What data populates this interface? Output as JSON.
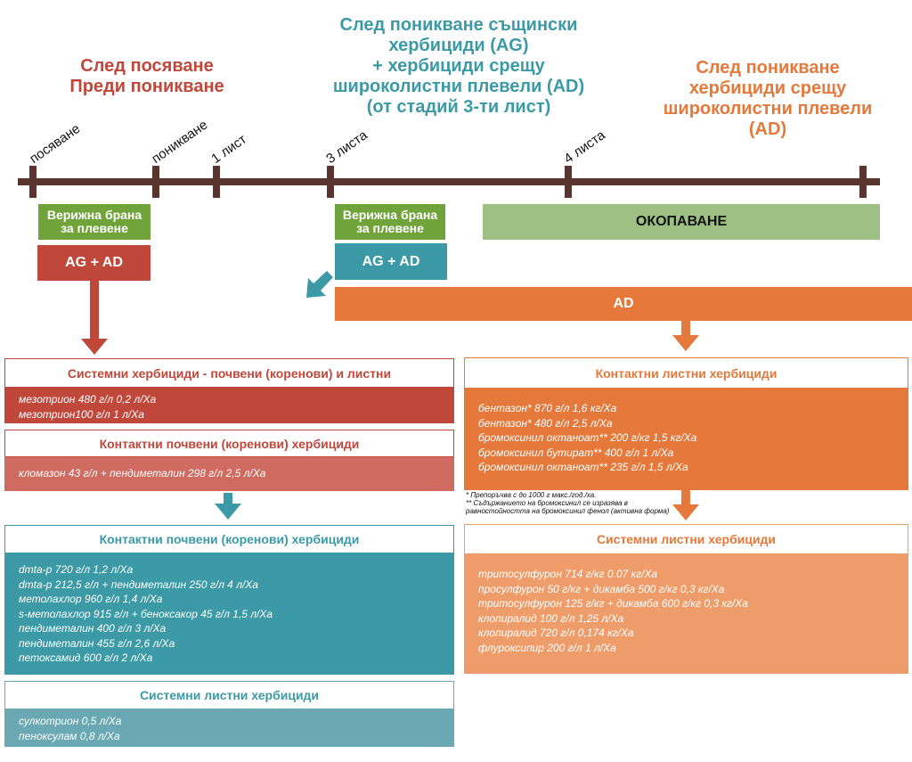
{
  "headers": {
    "left": [
      "След посяване",
      "Преди поникване"
    ],
    "middle": [
      "След поникване същински",
      "хербициди (AG)",
      "+ хербициди срещу",
      "широколистни плевели (AD)",
      "(от стадий 3-ти лист)"
    ],
    "right": [
      "След поникване",
      "хербициди срещу",
      "широколистни плевели",
      "(AD)"
    ]
  },
  "timeline": {
    "ticks": [
      "посяване",
      "поникване",
      "1 лист",
      "3 листа",
      "4 листа"
    ]
  },
  "actions": {
    "harrow_left": [
      "Верижна брана",
      "за плевене"
    ],
    "harrow_mid": [
      "Верижна брана",
      "за плевене"
    ],
    "okopavane": "ОКОПАВАНЕ",
    "ag_ad_left": "AG + AD",
    "ag_ad_mid": "AG + AD",
    "ad_bar": "AD"
  },
  "panels": {
    "systemic_soil_foliar": {
      "title": "Системни  хербициди - почвени (коренови) и листни",
      "items": [
        "мезотрион 480 г/л  0,2 л/Ха",
        "мезотрион100 г/л  1 л/Ха"
      ]
    },
    "contact_soil_1": {
      "title": "Контактни почвени (коренови) хербициди",
      "items": [
        "кломазон 43 г/л + пендиметалин 298 г/л  2,5 л/Ха"
      ]
    },
    "contact_soil_2": {
      "title": "Контактни почвени (коренови) хербициди",
      "items": [
        "dmta-p 720 г/л  1,2 л/Ха",
        "dmta-p 212,5 г/л + пендиметалин 250 г/л  4 л/Ха",
        "метолахлор 960 г/л  1,4 л/Ха",
        "s-метолахлор 915 г/л + беноксакор 45 г/л 1,5 л/Ха",
        "пендиметалин 400 г/л  3 л/Ха",
        "пендиметалин 455 г/л  2,6 л/Ха",
        "петоксамид 600 г/л  2 л/Ха"
      ]
    },
    "systemic_foliar_left": {
      "title": "Системни листни хербициди",
      "items": [
        "сулкотрион 0,5 л/Ха",
        "пеноксулам 0,8 л/Ха"
      ]
    },
    "contact_foliar": {
      "title": "Контактни листни хербициди",
      "items": [
        "бентазон* 870 г/л  1,6 кг/Ха",
        "бентазон* 480 г/л  2,5 л/Ха",
        "бромоксинил октаноат** 200 г/кг 1,5 кг/Ха",
        "бромоксинил бутират** 400 г/л 1 л/Ха",
        "бромоксинил октаноат** 235 г/л 1,5 л/Ха"
      ]
    },
    "systemic_foliar_right": {
      "title": "Системни листни хербициди",
      "items": [
        "тритосулфурон 714 г/кг  0.07 кг/Ха",
        "просулфурон 50 г/кг + дикамба 500 г/кг  0,3 кг/Ха",
        "тритосулфурон 125 г/кг + дикамба 600 г/кг  0,3 кг/Ха",
        "клопиралид 100 г/л 1,25 л/Ха",
        "клопиралид 720 г/л  0,174 кг/Ха",
        "флуроксипир 200 г/л  1 л/Ха"
      ]
    }
  },
  "footnotes": [
    "*  Препоръчва с до 1000 г макс./год./ха.",
    "** Съдържанието на бромоксинил се изразява в",
    "равностойността на бромоксинил фенол (активна форма)"
  ],
  "colors": {
    "red": "#c0483b",
    "teal": "#3b9aa6",
    "orange": "#e4793b",
    "green": "#71a33b",
    "timeline": "#5a3530"
  }
}
